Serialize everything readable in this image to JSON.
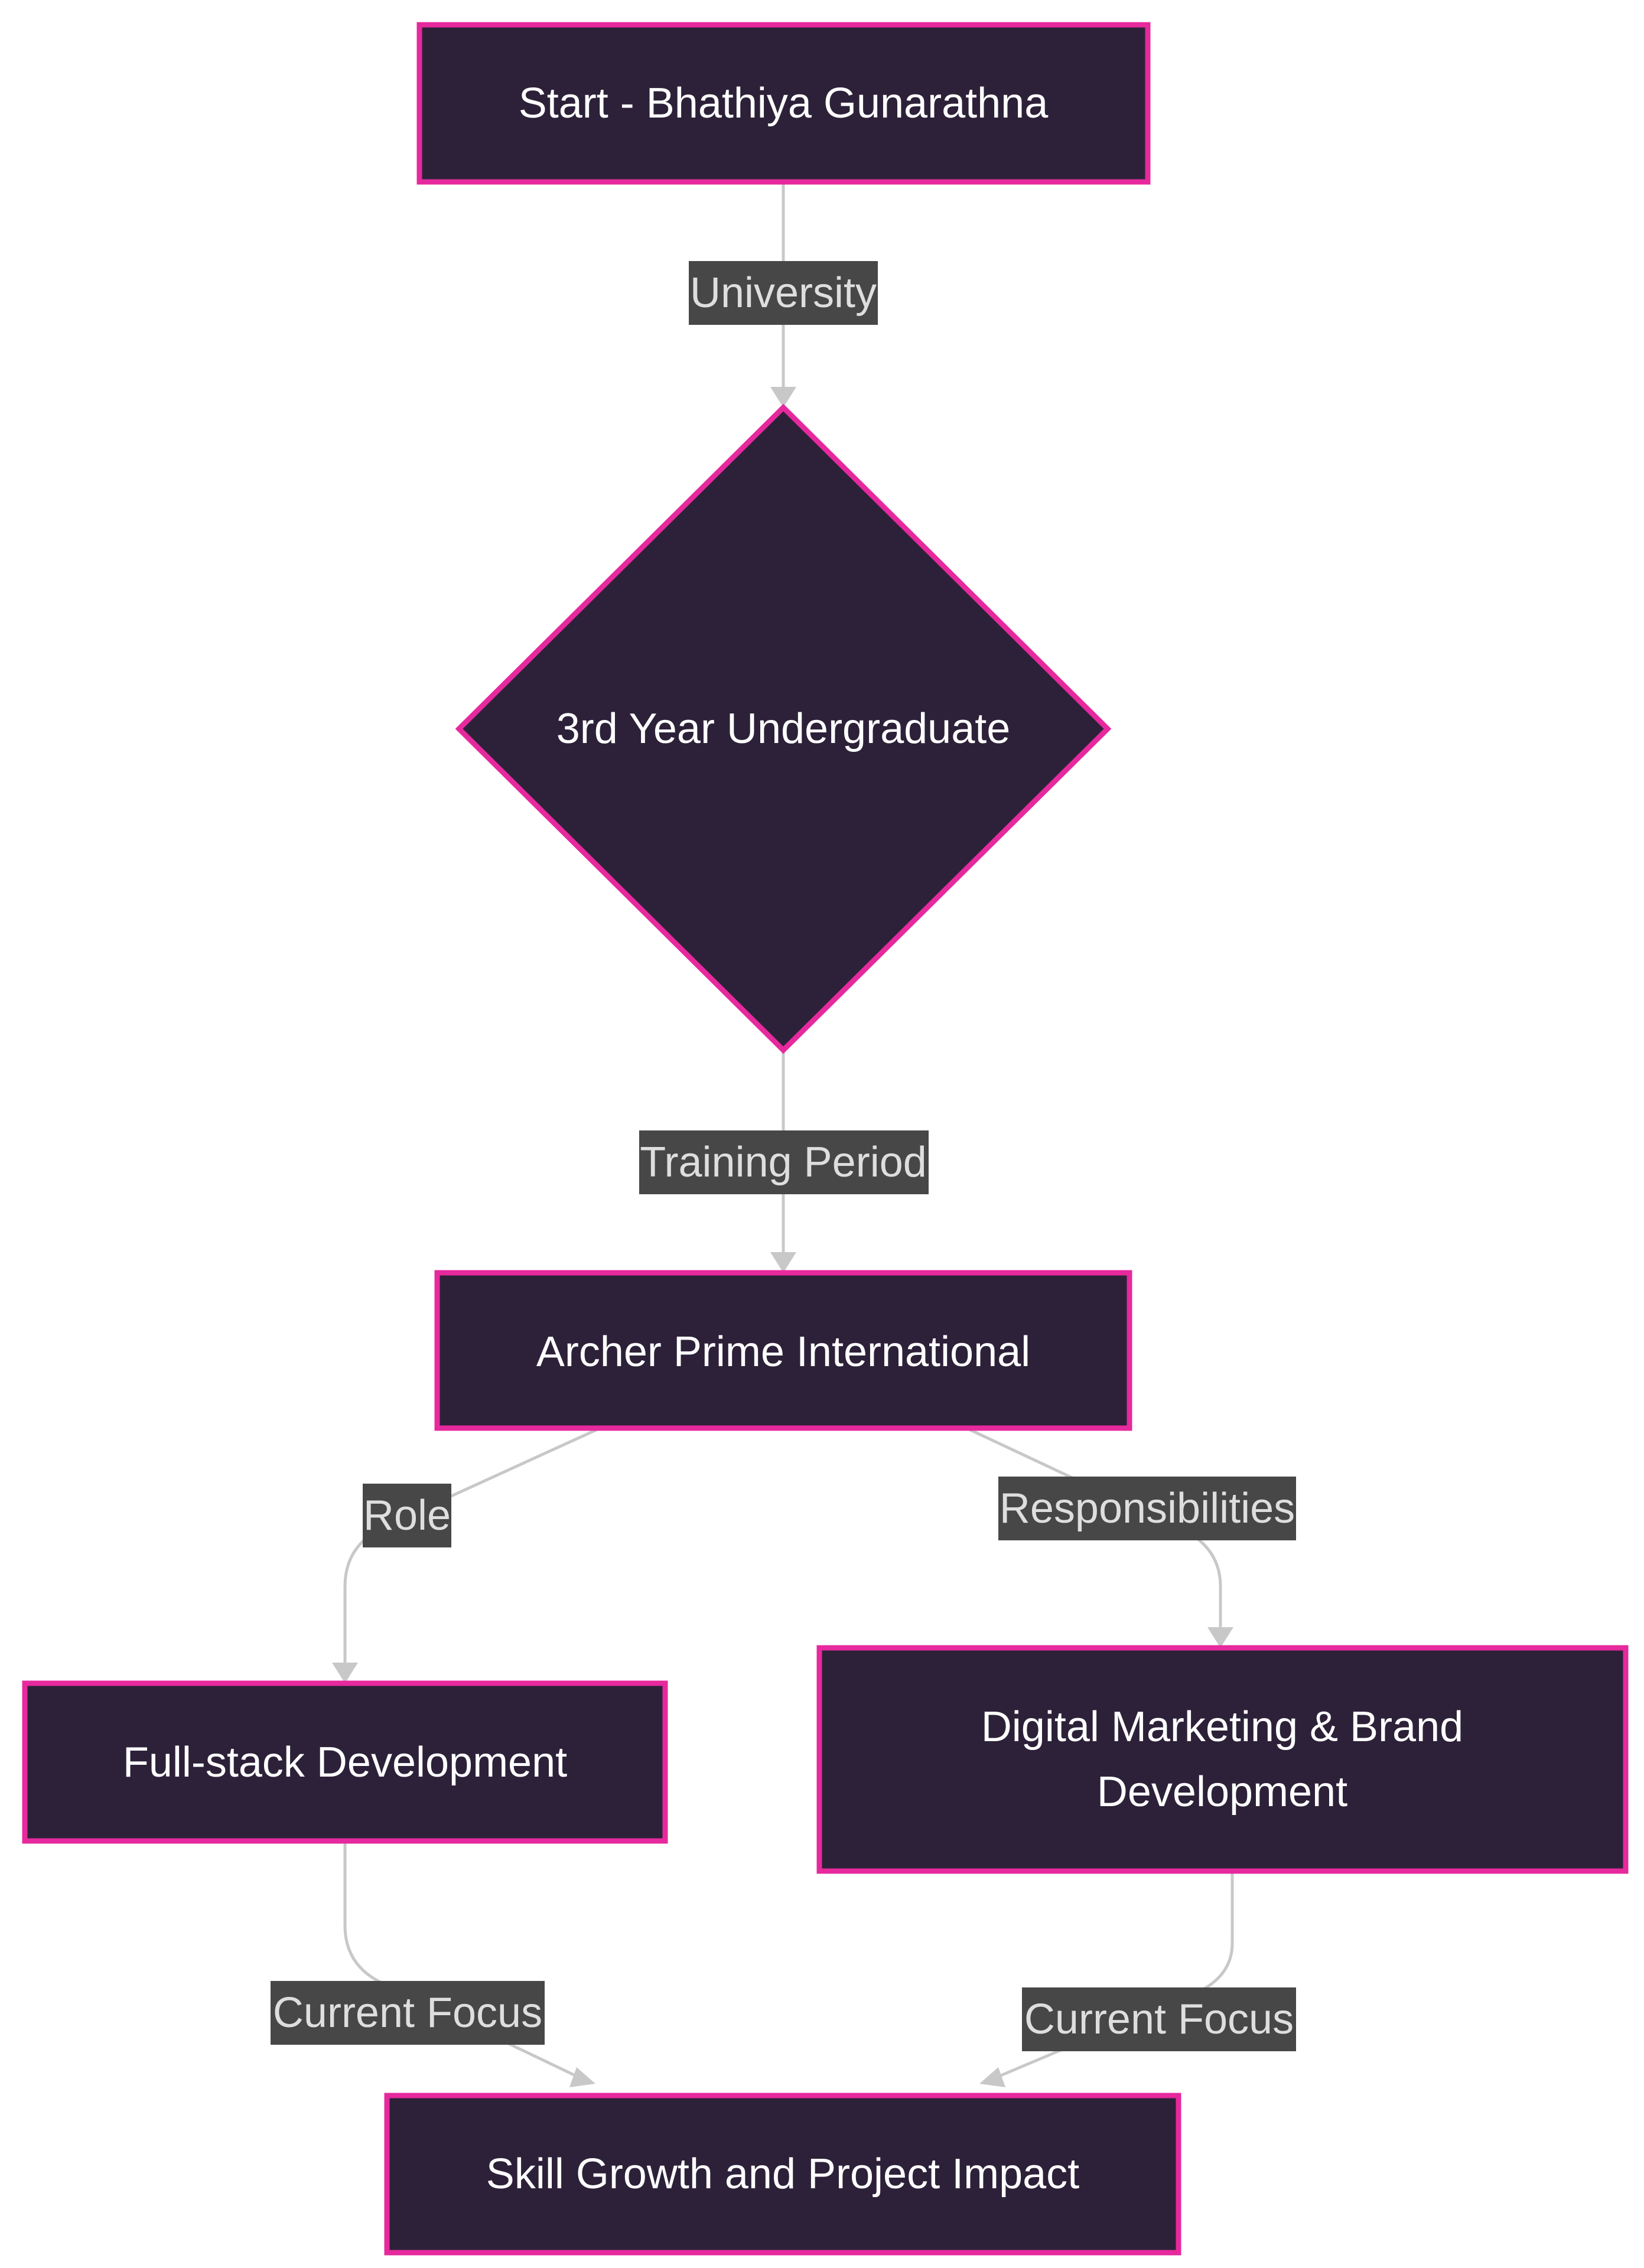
{
  "colors": {
    "node_fill": "#2d2139",
    "node_border": "#e6299d",
    "edge": "#c8c8c8",
    "label_background": "#474747",
    "label_text": "#dedede",
    "node_text": "#ffffff"
  },
  "nodes": {
    "start": {
      "label": "Start - Bhathiya Gunarathna",
      "shape": "rectangle"
    },
    "undergrad": {
      "label": "3rd Year Undergraduate",
      "shape": "diamond"
    },
    "company": {
      "label": "Archer Prime International",
      "shape": "rectangle"
    },
    "fullstack": {
      "label": "Full-stack Development",
      "shape": "rectangle"
    },
    "marketing": {
      "label_line1": "Digital Marketing & Brand",
      "label_line2": "Development",
      "shape": "rectangle"
    },
    "impact": {
      "label": "Skill Growth and Project Impact",
      "shape": "rectangle"
    }
  },
  "edges": {
    "start_undergrad": {
      "from": "start",
      "to": "undergrad",
      "label": "University"
    },
    "undergrad_company": {
      "from": "undergrad",
      "to": "company",
      "label": "Training Period"
    },
    "company_fullstack": {
      "from": "company",
      "to": "fullstack",
      "label": "Role"
    },
    "company_marketing": {
      "from": "company",
      "to": "marketing",
      "label": "Responsibilities"
    },
    "fullstack_impact": {
      "from": "fullstack",
      "to": "impact",
      "label": "Current Focus"
    },
    "marketing_impact": {
      "from": "marketing",
      "to": "impact",
      "label": "Current Focus"
    }
  }
}
